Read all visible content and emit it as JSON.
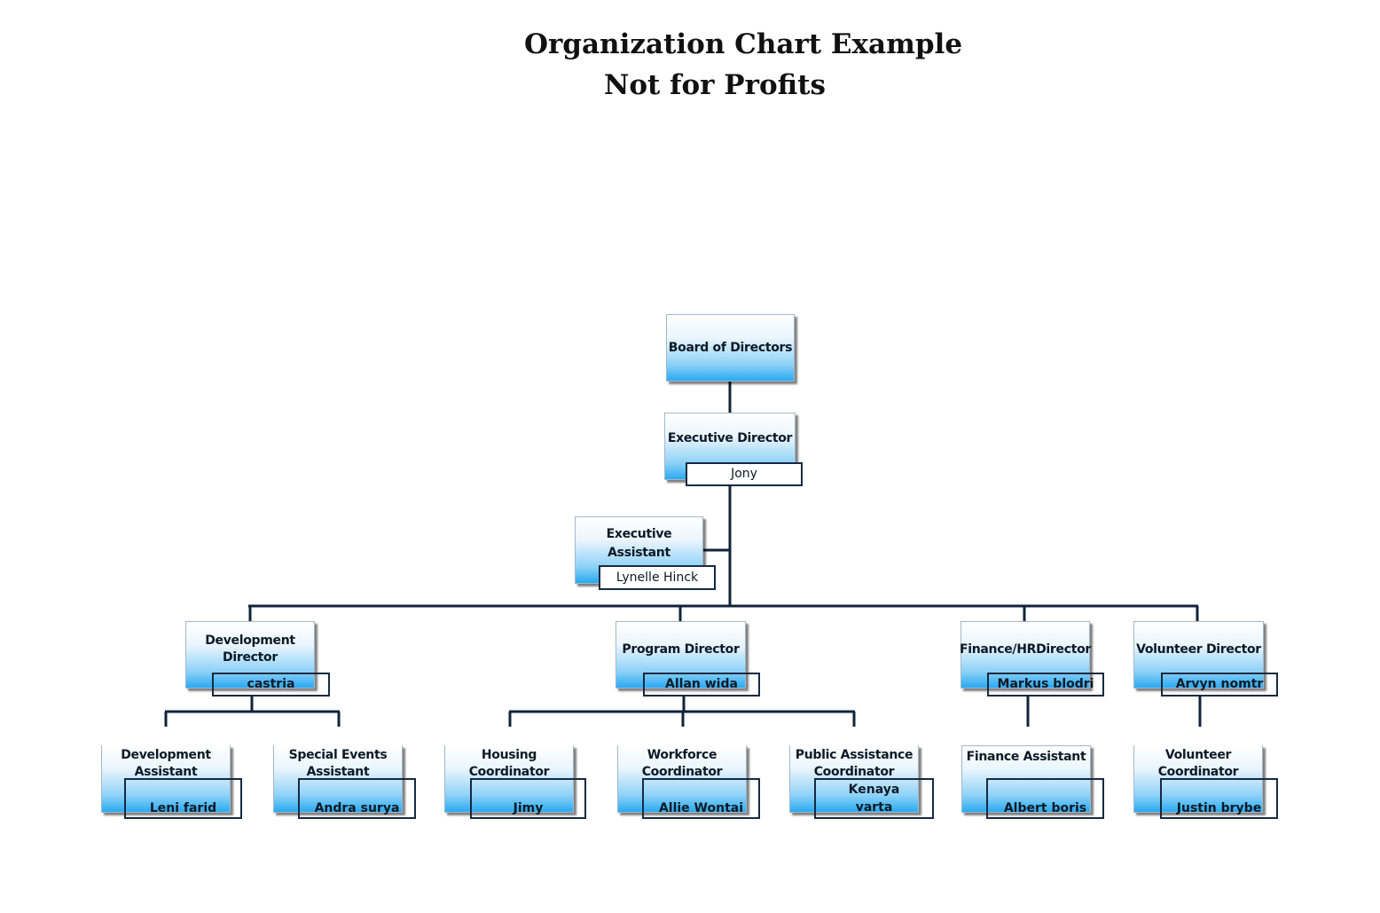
{
  "title": "Organization Chart Example",
  "subtitle": "Not for Profits",
  "board": {
    "role": "Board of Directors"
  },
  "executive_director": {
    "role": "Executive Director",
    "name": "Jony"
  },
  "executive_assistant": {
    "role": "Executive Assistant",
    "name": "Lynelle Hinck"
  },
  "development_director": {
    "role": "Development Director",
    "name": "castria"
  },
  "program_director": {
    "role": "Program Director",
    "name": "Allan wida"
  },
  "finance_director": {
    "role": "Finance/HRDirector",
    "name": "Markus blodri"
  },
  "volunteer_director": {
    "role": "Volunteer Director",
    "name": "Arvyn nomtr"
  },
  "development_assistant": {
    "role": "Development Assistant",
    "name": "Leni farid"
  },
  "special_events_assistant": {
    "role": "Special Events Assistant",
    "name": "Andra surya"
  },
  "housing_coordinator": {
    "role": "Housing Coordinator",
    "name": "Jimy"
  },
  "workforce_coordinator": {
    "role": "Workforce Coordinator",
    "name": "Allie Wontai"
  },
  "public_assistance_coordinator": {
    "role": "Public Assistance Coordinator",
    "name": "Kenaya varta"
  },
  "finance_assistant": {
    "role": "Finance Assistant",
    "name": "Albert boris"
  },
  "volunteer_coordinator": {
    "role": "Volunteer Coordinator",
    "name": "Justin brybe"
  }
}
